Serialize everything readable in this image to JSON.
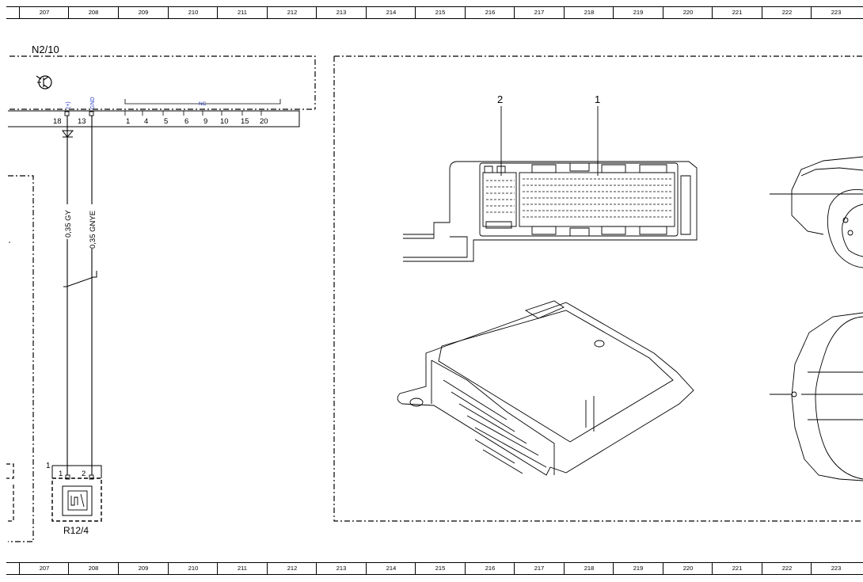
{
  "grid_columns": [
    "207",
    "208",
    "209",
    "210",
    "211",
    "212",
    "213",
    "214",
    "215",
    "216",
    "217",
    "218",
    "219",
    "220",
    "221",
    "222",
    "223"
  ],
  "schematic": {
    "module_label": "N2/10",
    "pin_plus": "(+)",
    "pin_gnd": "GND",
    "nc_label": "NC",
    "pin_18": "18",
    "pin_13": "13",
    "nc_pins": [
      "1",
      "4",
      "5",
      "6",
      "9",
      "10",
      "15",
      "20"
    ],
    "wire1": "0,35 GY",
    "wire2": "0,35 GNYE",
    "sensor_label": "R12/4",
    "sensor_marker": "1",
    "sensor_pin1": "1",
    "sensor_pin2": "2"
  },
  "detail": {
    "callout_2": "2",
    "callout_1": "1"
  }
}
